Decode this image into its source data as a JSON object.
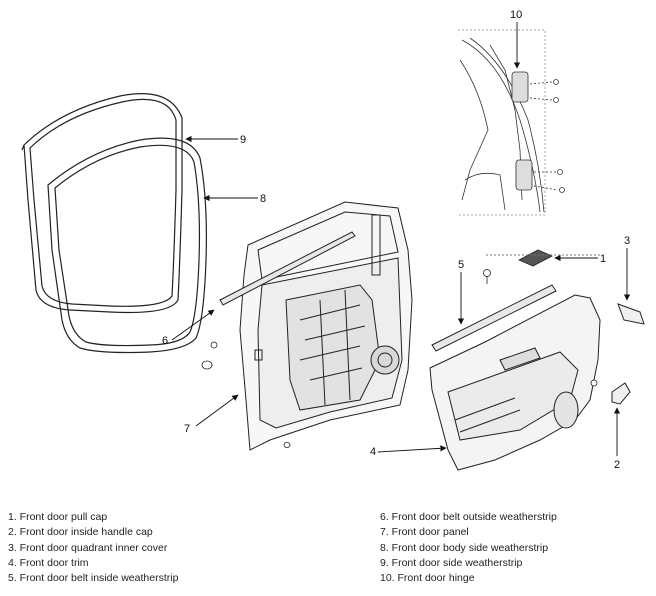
{
  "callouts": [
    "1",
    "2",
    "3",
    "4",
    "5",
    "6",
    "7",
    "8",
    "9",
    "10"
  ],
  "legend": {
    "left": [
      "1. Front door pull cap",
      "2. Front door inside handle cap",
      "3. Front door quadrant inner cover",
      "4. Front door trim",
      "5. Front door belt inside weatherstrip"
    ],
    "right": [
      "6. Front door belt outside weatherstrip",
      "7. Front door panel",
      "8. Front door body side weatherstrip",
      "9. Front door side weatherstrip",
      "10. Front door hinge"
    ]
  }
}
